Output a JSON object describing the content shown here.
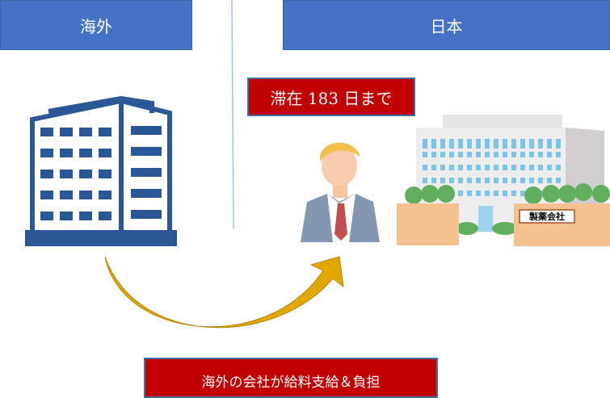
{
  "headers": {
    "overseas": "海外",
    "japan": "日本"
  },
  "stay_label": "滞在 183 日まで",
  "salary_label": "海外の会社が給料支給＆負担",
  "company_sign": "製薬会社",
  "colors": {
    "header": "#4472C4",
    "label": "#C00000",
    "arrow": "#D4A017",
    "building": "#2B5797"
  }
}
